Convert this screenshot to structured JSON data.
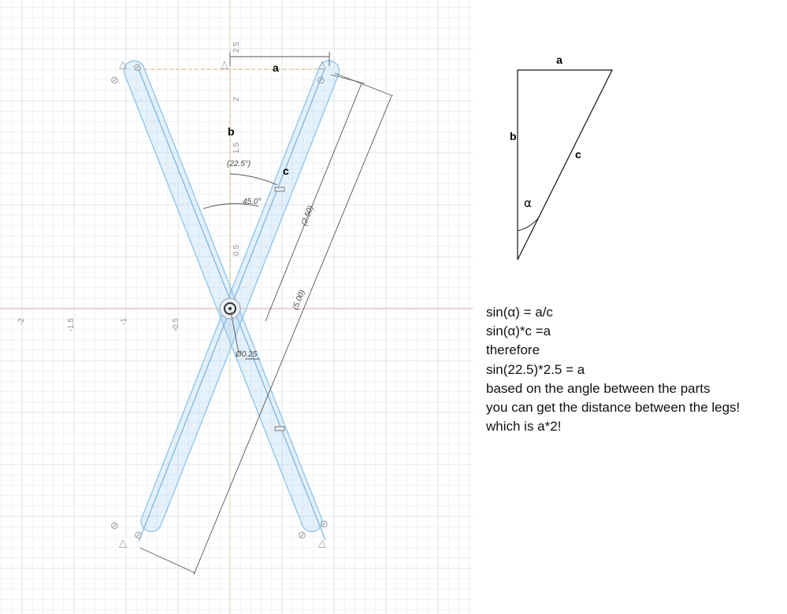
{
  "sketch": {
    "x_ticks": [
      "-2",
      "-1.5",
      "-1",
      "-0.5"
    ],
    "y_ticks": [
      "2.5",
      "2",
      "1.5",
      "0.5"
    ],
    "labels": {
      "a": "a",
      "b": "b",
      "c": "c"
    },
    "dimensions": {
      "angle_half": "(22.5°)",
      "angle_full": "45.0°",
      "length_half": "(2.50)",
      "length_full": "(5.00)",
      "diameter": "Ø0.25"
    }
  },
  "triangle": {
    "labels": {
      "a": "a",
      "b": "b",
      "c": "c",
      "alpha": "α"
    }
  },
  "notes": [
    "sin(α) = a/c",
    "sin(α)*c =a",
    "therefore",
    "sin(22.5)*2.5 = a",
    "based on the angle between the parts",
    "you can get the distance between the legs!",
    "which is a*2!"
  ]
}
